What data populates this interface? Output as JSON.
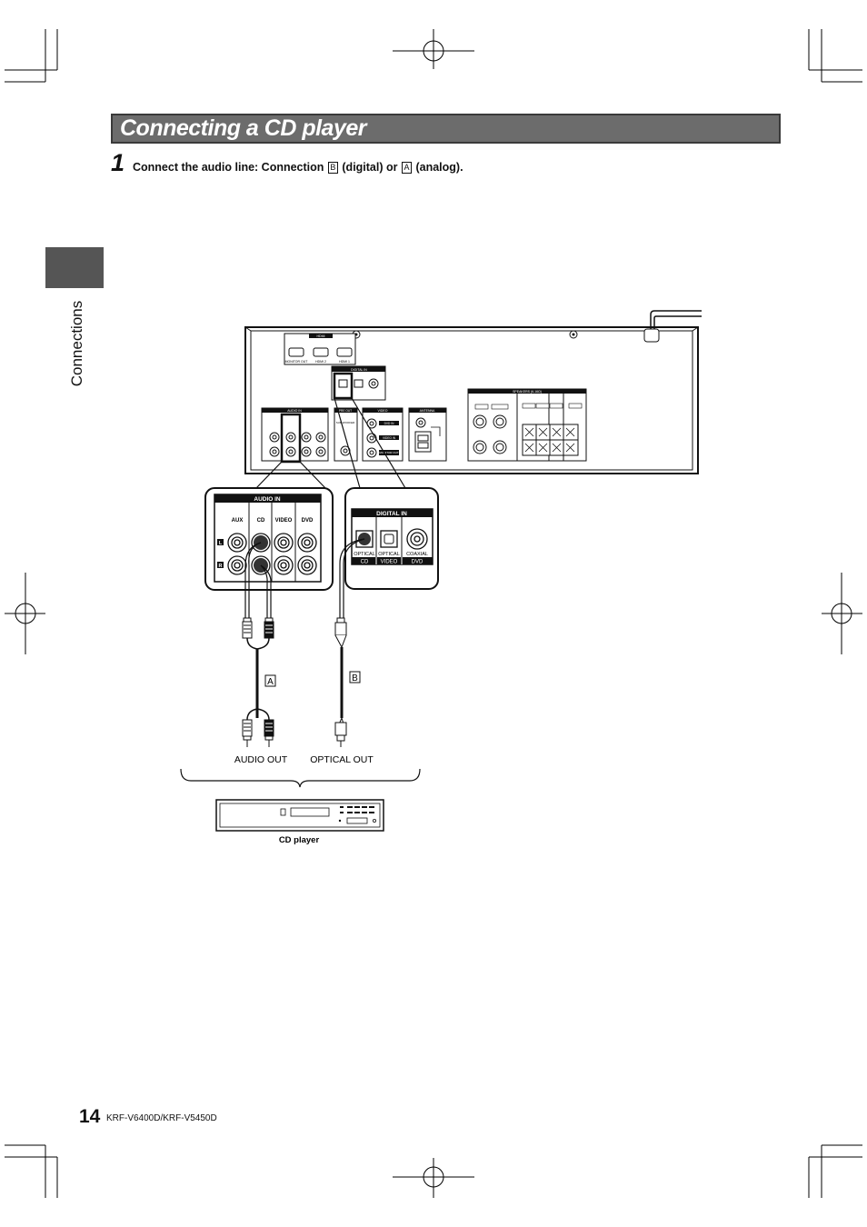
{
  "page": {
    "title": "Connecting a CD player",
    "side_tab_label": "Connections",
    "page_number": "14",
    "model": "KRF-V6400D/KRF-V5450D"
  },
  "step": {
    "number": "1",
    "text_before": "Connect the audio line: Connection",
    "box_b": "B",
    "text_digital": "(digital) or",
    "box_a": "A",
    "text_analog": "(analog)."
  },
  "diagram": {
    "rear_panel": {
      "hdmi": "HDMI",
      "hdmi_ports": [
        "MONITOR OUT",
        "HDMI 2",
        "HDMI 1"
      ],
      "digital_in": "DIGITAL IN",
      "audio_in": "AUDIO IN",
      "pre_out": "PRE OUT",
      "subwoofer": "SUB WOOFER",
      "video": "VIDEO",
      "video_ports": [
        "DVD IN",
        "VIDEO IN",
        "MONITOR OUT"
      ],
      "antenna": "ANTENNA",
      "speakers": "SPEAKERS (6-16Ω)"
    },
    "audio_in_zoom": {
      "title": "AUDIO IN",
      "columns": [
        "AUX",
        "CD",
        "VIDEO",
        "DVD"
      ],
      "rows": [
        "L",
        "R"
      ]
    },
    "digital_in_zoom": {
      "title": "DIGITAL IN",
      "types": [
        "OPTICAL",
        "OPTICAL",
        "COAXIAL"
      ],
      "sources": [
        "CD",
        "VIDEO",
        "DVD"
      ]
    },
    "connection_a": "A",
    "connection_b": "B",
    "audio_out_label": "AUDIO OUT",
    "optical_out_label": "OPTICAL OUT",
    "device_label": "CD player"
  }
}
